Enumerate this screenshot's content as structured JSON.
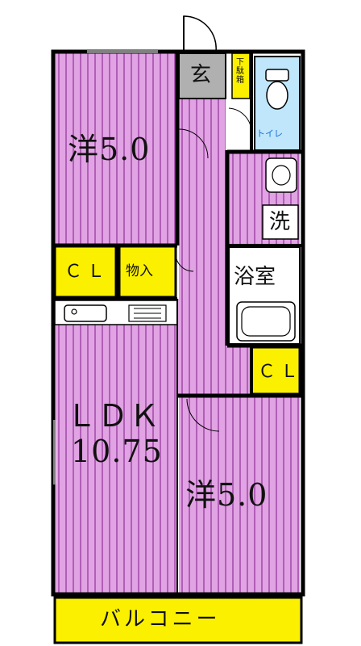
{
  "colors": {
    "room_fill": "#e1a3e3",
    "stripe": "#b05fb6",
    "wall": "#000000",
    "balcony": "#fbf000",
    "entrance": "#b0b0b0",
    "toilet": "#bfe6fb",
    "storage": "#fbf000",
    "floor_light": "#ffffff"
  },
  "labels": {
    "western_top": "洋5.0",
    "western_bottom": "洋5.0",
    "ldk": "ＬＤＫ",
    "ldk_size": "10.75",
    "closet_left": "ＣＬ",
    "closet_right": "ＣＬ",
    "storage": "物入",
    "washroom": "洗",
    "bathroom": "浴室",
    "entrance": "玄",
    "shoe_box": "下駄箱",
    "toilet": "トイレ",
    "balcony": "バルコニー"
  }
}
